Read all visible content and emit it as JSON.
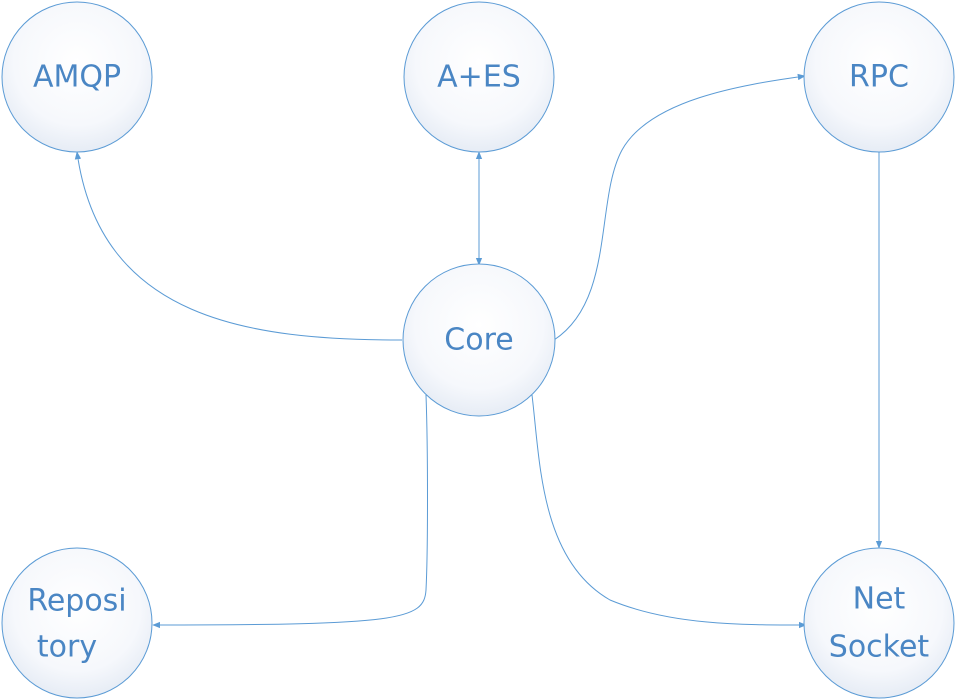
{
  "diagram": {
    "nodes": {
      "amqp": {
        "label": "AMQP"
      },
      "aes": {
        "label": "A+ES"
      },
      "rpc": {
        "label": "RPC"
      },
      "core": {
        "label": "Core"
      },
      "repository": {
        "label_line1": "Reposi",
        "label_line2": "tory"
      },
      "netsocket": {
        "label_line1": "Net",
        "label_line2": "Socket"
      }
    },
    "colors": {
      "stroke": "#5b9bd5",
      "text": "#4a86c4",
      "fill_light": "#ffffff",
      "fill_shade": "#e9eef6"
    }
  }
}
